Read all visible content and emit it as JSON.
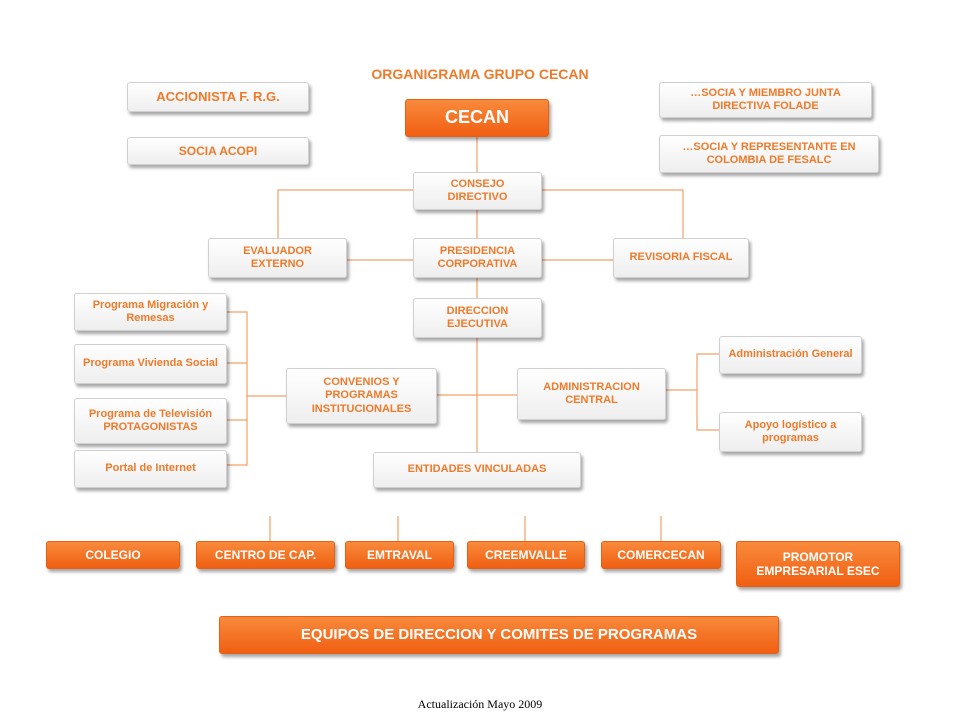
{
  "title": "ORGANIGRAMA GRUPO CECAN",
  "footer": "Actualización Mayo 2009",
  "colors": {
    "accent": "#f07a2a",
    "box_orange": "#f5732a",
    "line": "#f5a068"
  },
  "left_notes": {
    "accionista": "ACCIONISTA F. R.G.",
    "socia_acopi": "SOCIA ACOPI"
  },
  "right_notes": {
    "folade": "…SOCIA Y MIEMBRO JUNTA DIRECTIVA FOLADE",
    "fesalc": "…SOCIA Y REPRESENTANTE EN COLOMBIA DE FESALC"
  },
  "core": {
    "cecan": "CECAN",
    "consejo": "CONSEJO DIRECTIVO",
    "evaluador": "EVALUADOR EXTERNO",
    "presidencia": "PRESIDENCIA CORPORATIVA",
    "revisoria": "REVISORIA FISCAL",
    "direccion": "DIRECCION EJECUTIVA",
    "convenios": "CONVENIOS Y PROGRAMAS INSTITUCIONALES",
    "administracion": "ADMINISTRACION CENTRAL",
    "entidades": "ENTIDADES VINCULADAS"
  },
  "programs": [
    "Programa Migración y Remesas",
    "Programa Vivienda Social",
    "Programa de Televisión PROTAGONISTAS",
    "Portal de Internet"
  ],
  "admin_units": [
    "Administración General",
    "Apoyo logístico a programas"
  ],
  "entities": [
    "COLEGIO",
    "CENTRO DE CAP.",
    "EMTRAVAL",
    "CREEMVALLE",
    "COMERCECAN",
    "PROMOTOR EMPRESARIAL ESEC"
  ],
  "bottom_banner": "EQUIPOS DE DIRECCION Y COMITES DE PROGRAMAS"
}
